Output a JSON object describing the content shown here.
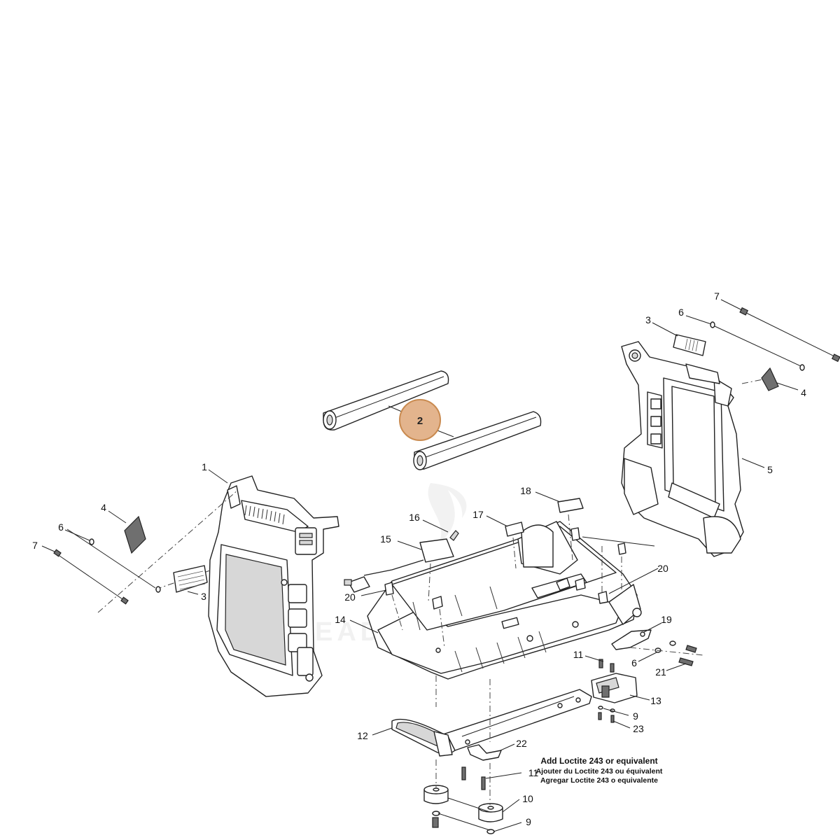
{
  "highlight": {
    "label": "2",
    "color": "#e3b48d",
    "ring_color": "#c98a4f"
  },
  "callouts": {
    "c1": "1",
    "c2": "2",
    "c3_left": "3",
    "c3_right": "3",
    "c4_left": "4",
    "c4_right": "4",
    "c5": "5",
    "c6_left": "6",
    "c6_right": "6",
    "c6_base": "6",
    "c7_left": "7",
    "c7_right": "7",
    "c9_right": "9",
    "c9_bottom": "9",
    "c10": "10",
    "c11_upper": "11",
    "c11_lower": "11",
    "c12": "12",
    "c13": "13",
    "c14": "14",
    "c15": "15",
    "c16": "16",
    "c17": "17",
    "c18": "18",
    "c19": "19",
    "c20_left": "20",
    "c20_right": "20",
    "c21": "21",
    "c22": "22",
    "c23": "23"
  },
  "note": {
    "en": "Add Loctite 243 or equivalent",
    "fr": "Ajouter du Loctite 243 ou équivalent",
    "es": "Agregar Loctite 243 o equivalente"
  }
}
